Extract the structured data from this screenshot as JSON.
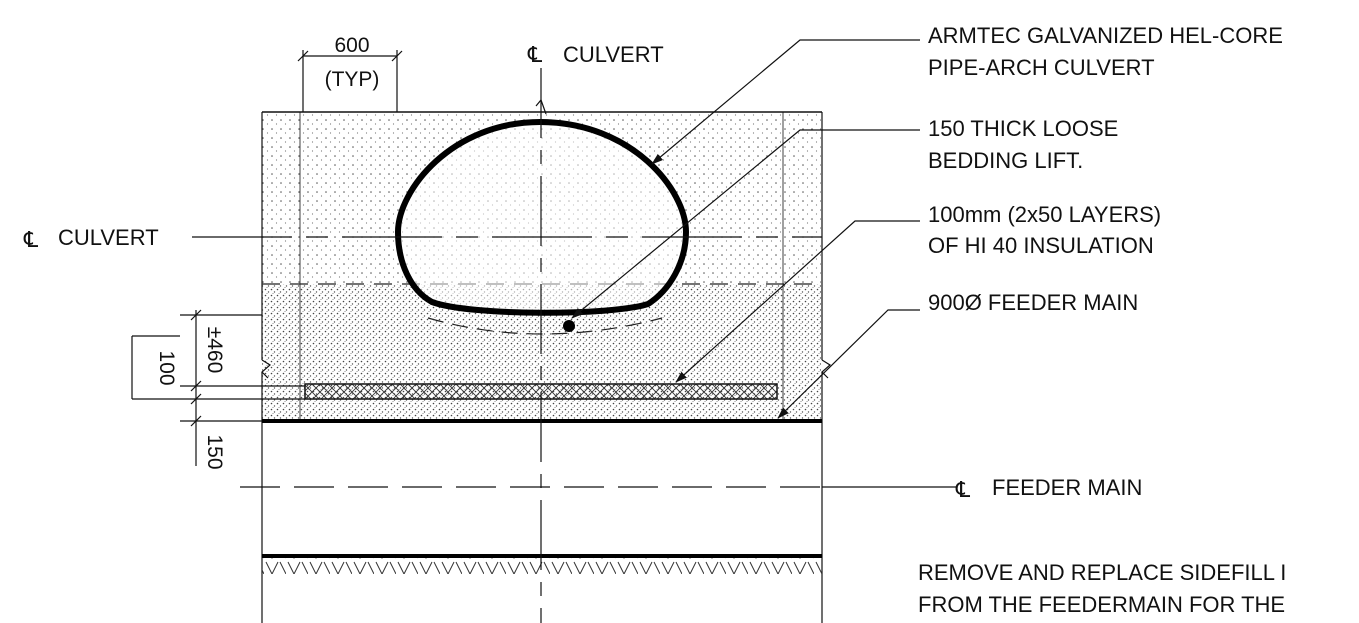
{
  "dimensions": {
    "spacing_value": "600",
    "spacing_note": "(TYP)",
    "insulation_thickness": "100",
    "cover": "±460",
    "bedding": "150"
  },
  "centerlines": {
    "symbol": "℄",
    "culvert_top": "CULVERT",
    "culvert_left": "CULVERT",
    "feeder_main": "FEEDER MAIN"
  },
  "callouts": {
    "culvert": [
      "ARMTEC GALVANIZED HEL-CORE",
      "PIPE-ARCH CULVERT"
    ],
    "bedding": [
      "150 THICK LOOSE",
      "BEDDING LIFT."
    ],
    "insulation": [
      "100mm (2x50 LAYERS)",
      "OF HI 40 INSULATION"
    ],
    "feeder": [
      "900Ø FEEDER MAIN"
    ]
  },
  "note": [
    "REMOVE AND REPLACE SIDEFILL I",
    "FROM THE FEEDERMAIN FOR THE"
  ]
}
